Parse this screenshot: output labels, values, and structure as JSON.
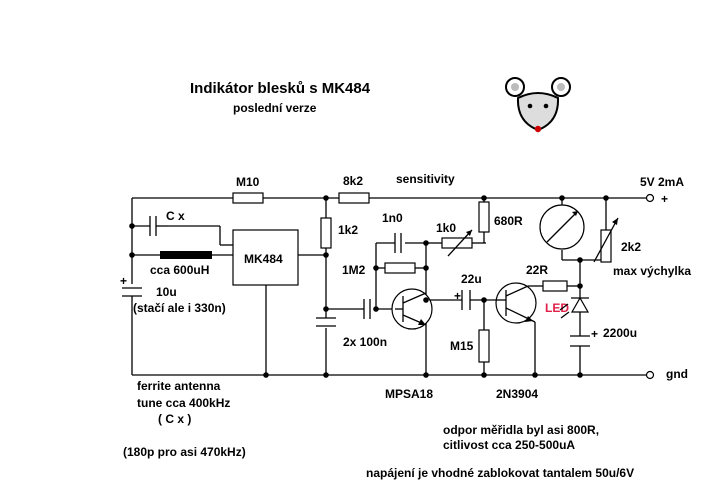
{
  "title": "Indikátor blesků s MK484",
  "subtitle": "poslední verze",
  "labels": {
    "r_m10": "M10",
    "r_8k2": "8k2",
    "sensitivity": "sensitivity",
    "supply": "5V 2mA",
    "plus": "+",
    "c_x": "C x",
    "r_1k2": "1k2",
    "c_1n0": "1n0",
    "p_1k0": "1k0",
    "r_680r": "680R",
    "p_2k2": "2k2",
    "ic": "MK484",
    "coil": "cca 600uH",
    "r_1m2": "1M2",
    "c_22u": "22u",
    "r_22r": "22R",
    "max": "max výchylka",
    "c_10u": "10u",
    "c_10u_note": "(stačí ale i 330n)",
    "led": "LED",
    "c_2200u": "2200u",
    "c_2x100n": "2x 100n",
    "r_m15": "M15",
    "gnd": "gnd",
    "q1": "MPSA18",
    "q2": "2N3904"
  },
  "notes": {
    "ferrite_1": "ferrite antenna",
    "ferrite_2": "tune cca 400kHz",
    "ferrite_3": "( C x )",
    "ferrite_4": "(180p pro asi 470kHz)",
    "meter_1": "odpor měřidla byl asi 800R,",
    "meter_2": "citlivost cca 250-500uA",
    "tantal": "napájení je vhodné zablokovat tantalem 50u/6V"
  },
  "colors": {
    "wire": "#000000",
    "led_label": "#e0204a",
    "mouse_nose": "#cc0000"
  },
  "icons": {
    "mascot": "mouse-face-icon"
  }
}
